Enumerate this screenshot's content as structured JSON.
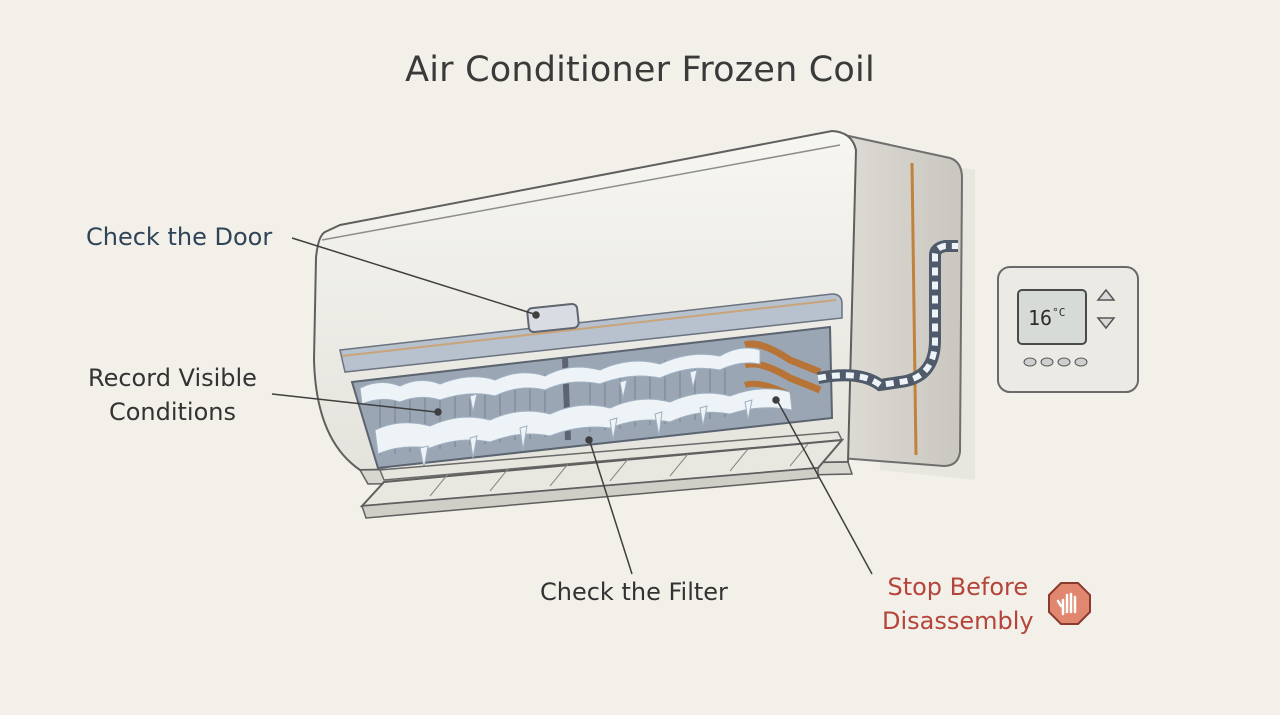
{
  "title": "Air Conditioner Frozen Coil",
  "labels": {
    "check_door": "Check the Door",
    "record_line1": "Record Visible",
    "record_line2": "Conditions",
    "check_filter": "Check the Filter",
    "stop_line1": "Stop Before",
    "stop_line2": "Disassembly"
  },
  "thermostat": {
    "temperature": "16",
    "unit": "°C"
  },
  "icons": [
    "stop-hand-icon",
    "up-arrow-icon",
    "down-arrow-icon"
  ],
  "colors": {
    "background": "#f2f0e9",
    "warning": "#b5443a",
    "door_label": "#2f4458",
    "ice": "#eef3f7"
  }
}
